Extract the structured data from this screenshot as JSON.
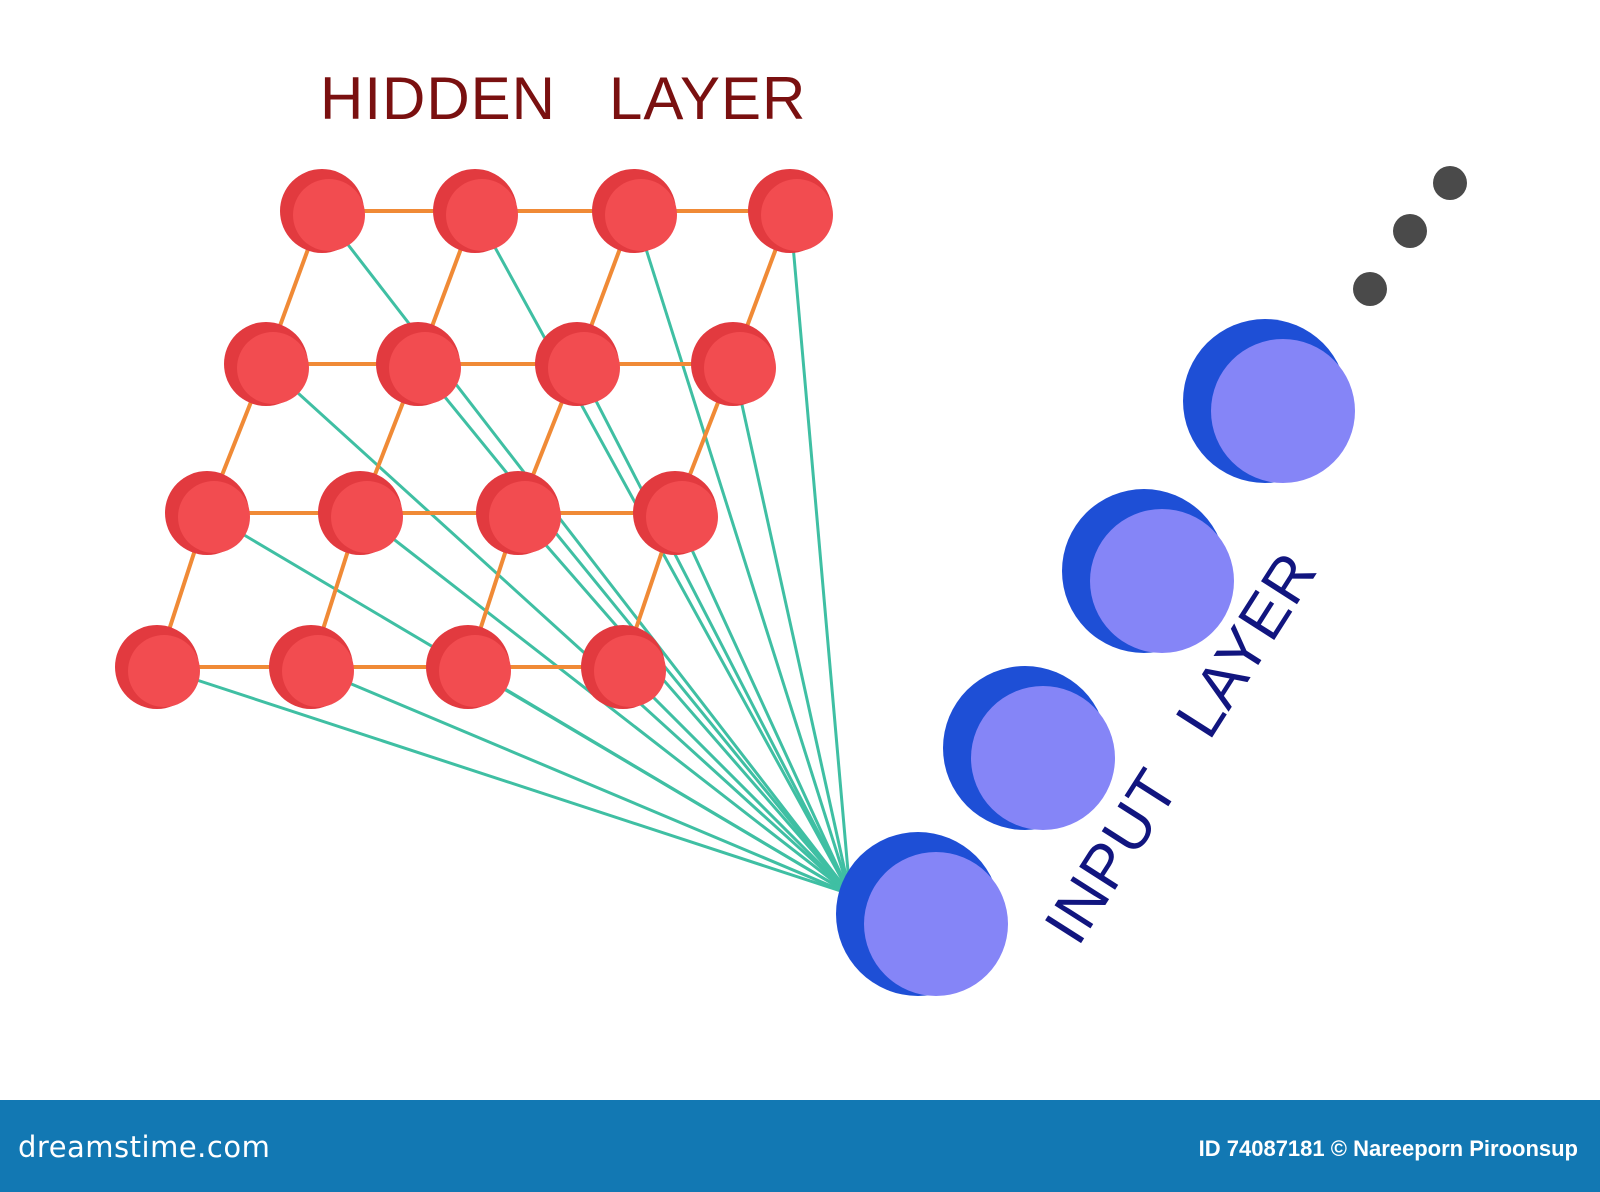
{
  "labels": {
    "hidden_layer": "HIDDEN   LAYER",
    "input_layer": "INPUT   LAYER"
  },
  "hidden_layer": {
    "rows": 4,
    "columns": 4
  },
  "input_layer": {
    "nodes": 4,
    "continuation": "ellipsis"
  },
  "colors": {
    "hidden_node": "#f24c50",
    "hidden_node_shadow": "#e23a3f",
    "hidden_edge": "#f08a36",
    "connection": "#3fbfa3",
    "input_node_dark": "#1e4fd6",
    "input_node_light": "#8585f7",
    "hidden_label": "#7a1010",
    "input_label": "#11157f",
    "dots": "#4a4a4a",
    "footer_bar": "#1278b3"
  },
  "footer": {
    "brand": "dreamstime.com",
    "credit": "ID 74087181 © Nareeporn Piroonsup"
  }
}
